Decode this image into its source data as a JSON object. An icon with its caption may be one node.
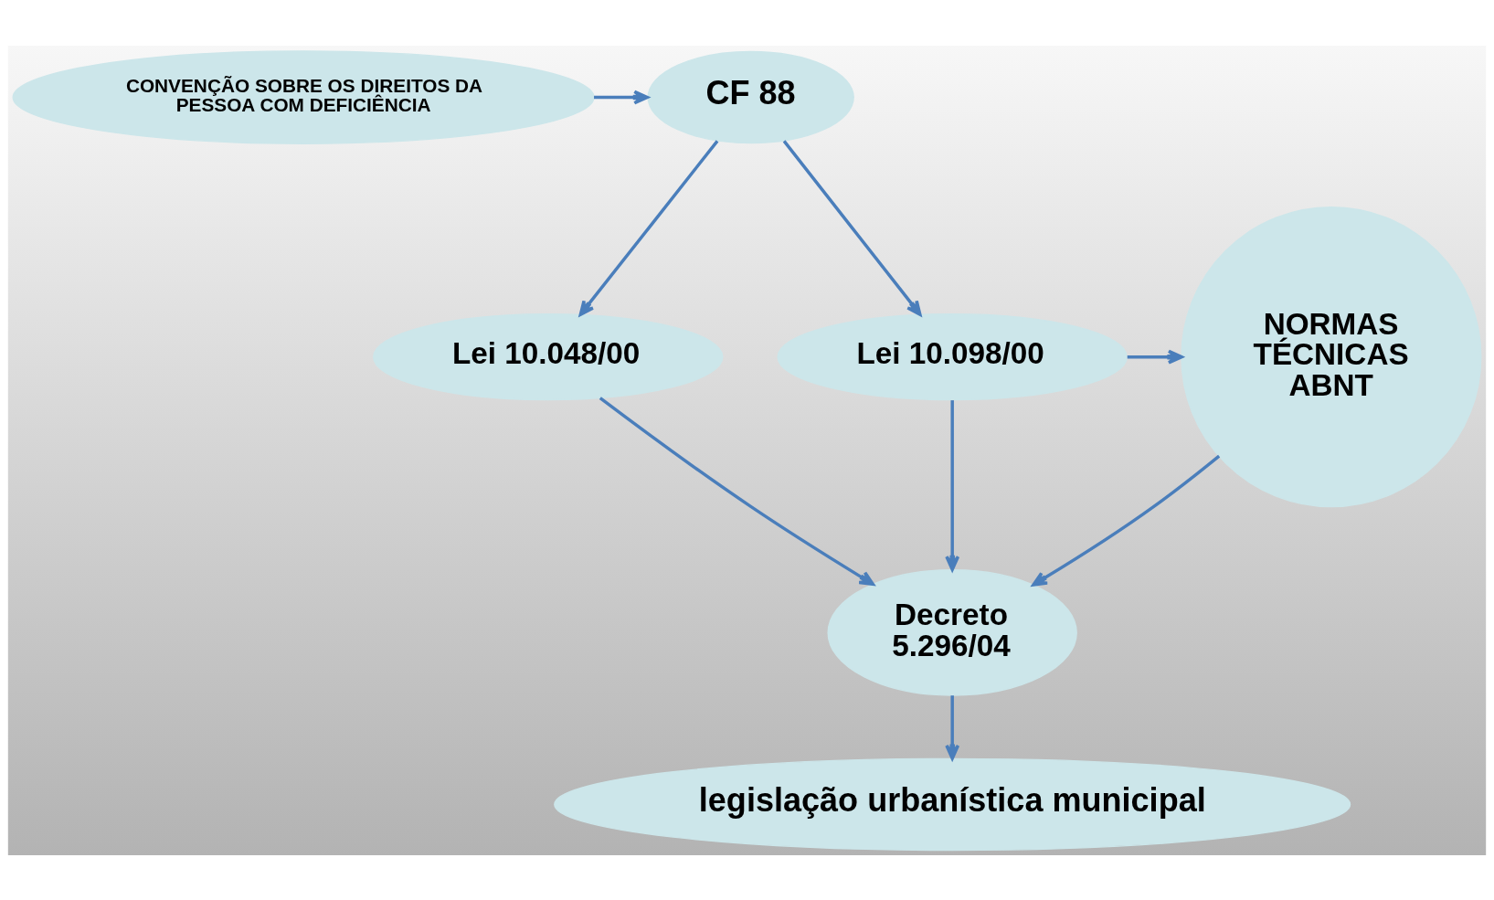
{
  "diagram": {
    "nodes": [
      {
        "text": [
          "CF 88"
        ]
      },
      {
        "text": [
          "CONVENÇÃO SOBRE OS DIREITOS DA PESSOA COM DEFICIÊNCIA"
        ]
      },
      {
        "text": [
          "Lei 10.048/00"
        ]
      },
      {
        "text": [
          "Lei 10.098/00"
        ]
      },
      {
        "text": [
          "NORMAS TÉCNICAS ABNT"
        ]
      },
      {
        "text": [
          "Decreto 5.296/04"
        ]
      },
      {
        "text": [
          "legislação urbanística municipal"
        ]
      }
    ],
    "edges": [
      {
        "from": 1,
        "to": 0,
        "arrow": "to"
      },
      {
        "from": 0,
        "to": 2,
        "arrow": "to"
      },
      {
        "from": 0,
        "to": 3,
        "arrow": "to"
      },
      {
        "from": 3,
        "to": 4,
        "arrow": "to"
      },
      {
        "from": 2,
        "to": 5,
        "arrow": "to"
      },
      {
        "from": 3,
        "to": 5,
        "arrow": "to"
      },
      {
        "from": 4,
        "to": 5,
        "arrow": "to"
      },
      {
        "from": 5,
        "to": 6,
        "arrow": "to"
      }
    ]
  }
}
